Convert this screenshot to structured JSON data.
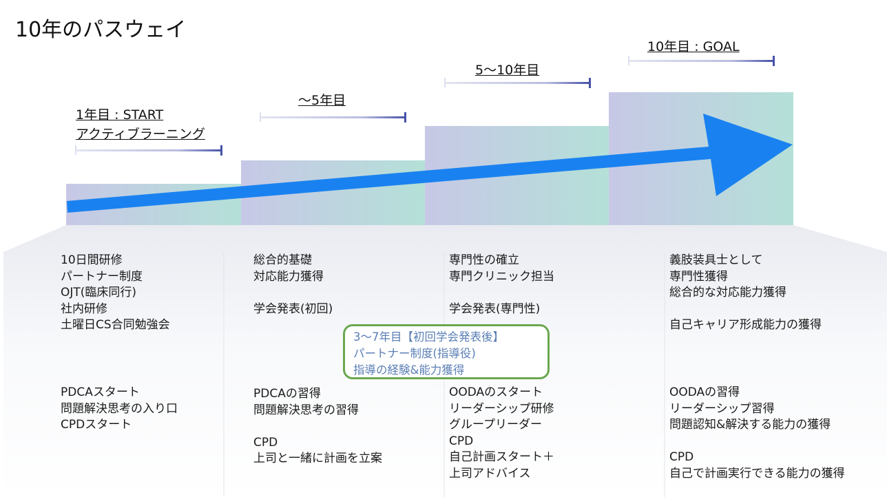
{
  "title": "10年のパスウェイ",
  "phases": [
    {
      "label_lines": [
        "1年目 : START",
        "アクティブラーニング"
      ]
    },
    {
      "label_lines": [
        "～5年目"
      ]
    },
    {
      "label_lines": [
        "5～10年目"
      ]
    },
    {
      "label_lines": [
        "10年目 : GOAL"
      ]
    }
  ],
  "columns": [
    {
      "top": [
        "10日間研修",
        "パートナー制度",
        "OJT(臨床同行)",
        "社内研修",
        "土曜日CS合同勉強会"
      ],
      "mid": [
        "PDCAスタート",
        "問題解決思考の入り口",
        "CPDスタート"
      ]
    },
    {
      "top": [
        "総合的基礎",
        "対応能力獲得",
        "",
        "学会発表(初回)"
      ],
      "mid": [
        "PDCAの習得",
        "問題解決思考の習得",
        "",
        "CPD",
        "上司と一緒に計画を立案"
      ]
    },
    {
      "top": [
        "専門性の確立",
        "専門クリニック担当",
        "",
        "学会発表(専門性)"
      ],
      "mid": [
        "OODAのスタート",
        "リーダーシップ研修",
        "グループリーダー",
        "CPD",
        "自己計画スタート＋",
        "上司アドバイス"
      ]
    },
    {
      "top": [
        "義肢装具士として",
        "専門性獲得",
        "総合的な対応能力獲得",
        "",
        "自己キャリア形成能力の獲得"
      ],
      "mid": [
        "OODAの習得",
        "リーダーシップ習得",
        "問題認知&解決する能力の獲得",
        "",
        "CPD",
        "自己で計画実行できる能力の獲得"
      ]
    }
  ],
  "callout": [
    "3～7年目【初回学会発表後】",
    "パートナー制度(指導役)",
    "指導の経験&能力獲得"
  ],
  "colors": {
    "arrow": "#1a82f0",
    "step_left": "#c7c8e6",
    "step_right": "#b4e0d8",
    "range_bar_left": "#dde0f0",
    "range_bar_right": "#4752a8",
    "callout_border": "#6aa84f",
    "callout_text": "#5b7fb5"
  }
}
